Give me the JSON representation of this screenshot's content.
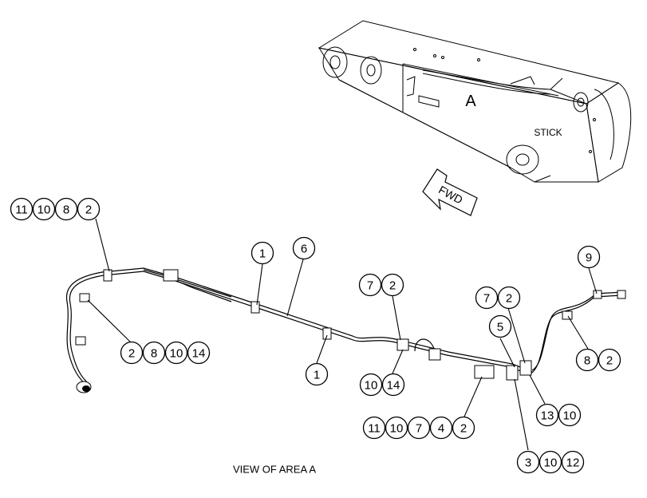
{
  "stick": {
    "label": "STICK",
    "area_letter": "A"
  },
  "fwd_label": "FWD",
  "caption": "VIEW OF AREA A",
  "callout_groups": [
    {
      "id": "g-11-10-8-2",
      "numbers": [
        "11",
        "10",
        "8",
        "2"
      ]
    },
    {
      "id": "g-2-8-10-14",
      "numbers": [
        "2",
        "8",
        "10",
        "14"
      ]
    },
    {
      "id": "g-1-top",
      "numbers": [
        "1"
      ]
    },
    {
      "id": "g-6",
      "numbers": [
        "6"
      ]
    },
    {
      "id": "g-1-bottom",
      "numbers": [
        "1"
      ]
    },
    {
      "id": "g-7-2-left",
      "numbers": [
        "7",
        "2"
      ]
    },
    {
      "id": "g-10-14",
      "numbers": [
        "10",
        "14"
      ]
    },
    {
      "id": "g-11-10-7-4-2",
      "numbers": [
        "11",
        "10",
        "7",
        "4",
        "2"
      ]
    },
    {
      "id": "g-7-2-right",
      "numbers": [
        "7",
        "2"
      ]
    },
    {
      "id": "g-5",
      "numbers": [
        "5"
      ]
    },
    {
      "id": "g-9",
      "numbers": [
        "9"
      ]
    },
    {
      "id": "g-8-2",
      "numbers": [
        "8",
        "2"
      ]
    },
    {
      "id": "g-13-10",
      "numbers": [
        "13",
        "10"
      ]
    },
    {
      "id": "g-3-10-12",
      "numbers": [
        "3",
        "10",
        "12"
      ]
    }
  ]
}
